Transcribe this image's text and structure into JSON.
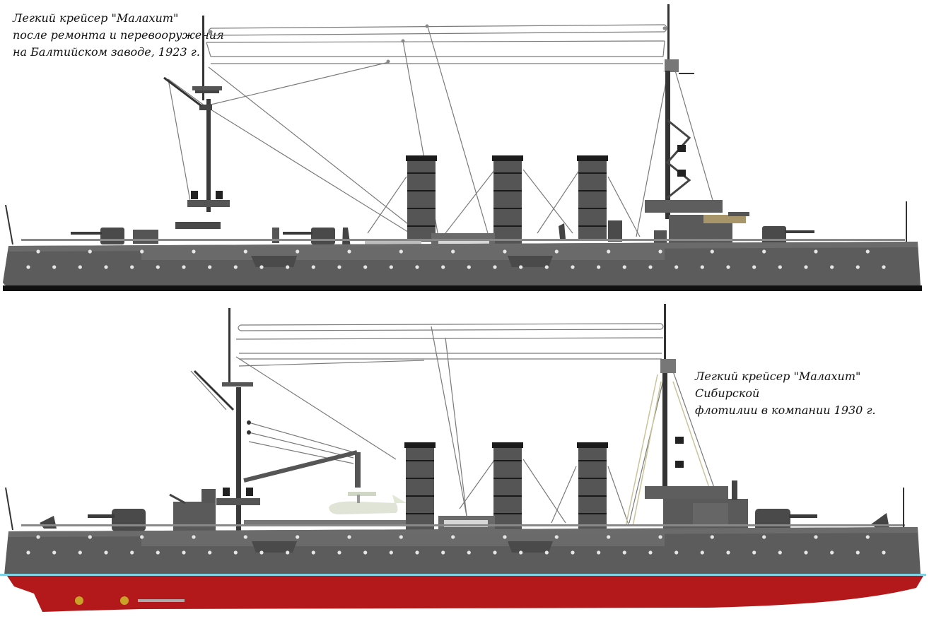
{
  "captions": {
    "top": {
      "line1": "Легкий крейсер \"Малахит\"",
      "line2": "после ремонта и перевооружения",
      "line3": "на Балтийском заводе, 1923 г."
    },
    "bottom": {
      "line1": "Легкий крейсер \"Малахит\" Сибирской",
      "line2": "флотилии в компании 1930 г."
    }
  },
  "colors": {
    "hull_grey": "#5c5c5c",
    "hull_grey_dark": "#3a3a3a",
    "superstructure_grey": "#6e6e6e",
    "underwater_red": "#b3191b",
    "waterline": "#7fd3e6",
    "rigging": "#777777",
    "funnel_black": "#1b1b1b",
    "porthole": "#e6e6e6",
    "propeller_gold": "#c9a227"
  },
  "ships": [
    {
      "id": "top",
      "portholes": 34
    },
    {
      "id": "bottom",
      "portholes": 34
    }
  ]
}
